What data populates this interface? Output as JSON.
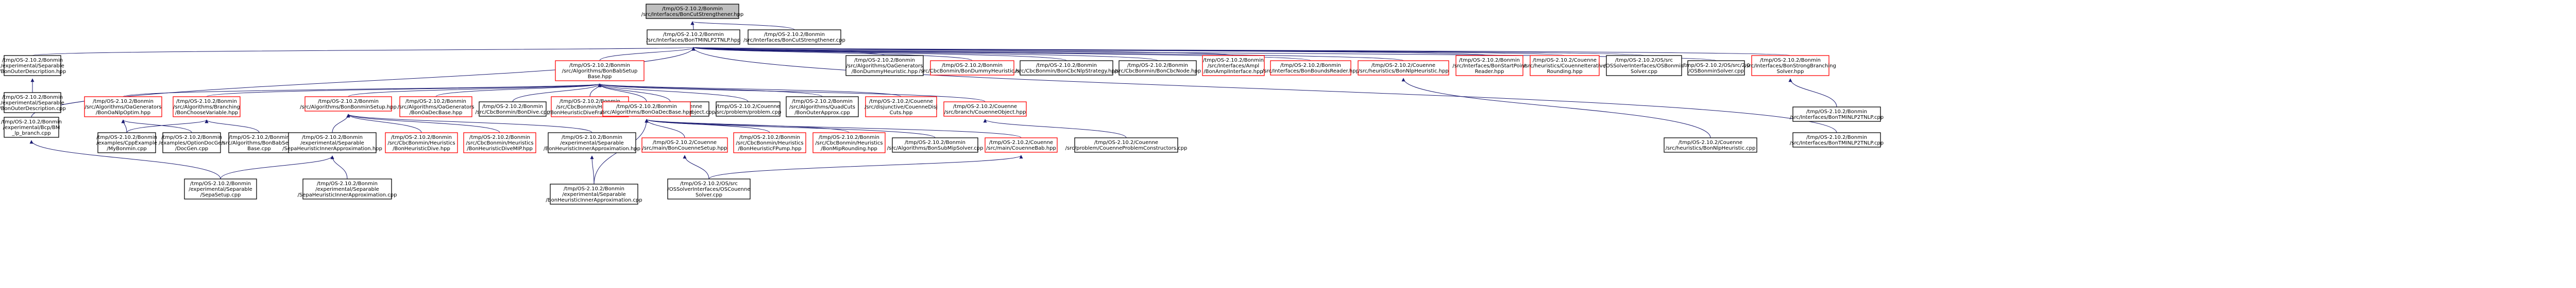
{
  "nodes": [
    {
      "id": "root",
      "style": "root",
      "lines": [
        "/tmp/OS-2.10.2/Bonmin",
        "/src/Interfaces/BonCutStrengthener.hpp"
      ]
    },
    {
      "id": "n_tminlp2",
      "style": "black",
      "lines": [
        "/tmp/OS-2.10.2/Bonmin",
        "/src/Interfaces/BonTMINLP2TNLP.hpp"
      ]
    },
    {
      "id": "n_cutstr_cpp",
      "style": "black",
      "lines": [
        "/tmp/OS-2.10.2/Bonmin",
        "/src/Interfaces/BonCutStrengthener.cpp"
      ]
    },
    {
      "id": "n_outerdesc_hpp",
      "style": "black",
      "lines": [
        "/tmp/OS-2.10.2/Bonmin",
        "/experimental/Separable",
        "/BonOuterDescription.hpp"
      ]
    },
    {
      "id": "n_bonminsetup",
      "style": "red",
      "lines": [
        "/tmp/OS-2.10.2/Bonmin",
        "/src/Algorithms/BonBabSetup",
        "Base.hpp"
      ]
    },
    {
      "id": "n_dummyh",
      "style": "black",
      "lines": [
        "/tmp/OS-2.10.2/Bonmin",
        "/src/Algorithms/OaGenerators",
        "/BonDummyHeuristic.hpp"
      ]
    },
    {
      "id": "n_dumheur",
      "style": "red",
      "lines": [
        "/tmp/OS-2.10.2/Bonmin",
        "/src/CbcBonmin/BonDummyHeuristic.hpp"
      ]
    },
    {
      "id": "n_nlpstrat",
      "style": "black",
      "lines": [
        "/tmp/OS-2.10.2/Bonmin",
        "/src/CbcBonmin/BonCbcNlpStrategy.hpp"
      ]
    },
    {
      "id": "n_cbcnode",
      "style": "black",
      "lines": [
        "/tmp/OS-2.10.2/Bonmin",
        "/src/CbcBonmin/BonCbcNode.hpp"
      ]
    },
    {
      "id": "n_ampl",
      "style": "red",
      "lines": [
        "/tmp/OS-2.10.2/Bonmin",
        "/src/Interfaces/Ampl",
        "/BonAmplInterface.hpp"
      ]
    },
    {
      "id": "n_boundsreader",
      "style": "red",
      "lines": [
        "/tmp/OS-2.10.2/Bonmin",
        "/src/Interfaces/BonBoundsReader.hpp"
      ]
    },
    {
      "id": "n_nlpheur",
      "style": "red",
      "lines": [
        "/tmp/OS-2.10.2/Couenne",
        "/src/heuristics/BonNlpHeuristic.hpp"
      ]
    },
    {
      "id": "n_startpoint",
      "style": "red",
      "lines": [
        "/tmp/OS-2.10.2/Bonmin",
        "/src/Interfaces/BonStartPoint",
        "Reader.hpp"
      ]
    },
    {
      "id": "n_iterround",
      "style": "red",
      "lines": [
        "/tmp/OS-2.10.2/Couenne",
        "/src/heuristics/CouenneIterative",
        "Rounding.hpp"
      ]
    },
    {
      "id": "n_ossolver",
      "style": "black",
      "lines": [
        "/tmp/OS-2.10.2/OS/src",
        "/OSSolverInterfaces/OSBonmin",
        "Solver.cpp"
      ]
    },
    {
      "id": "n_oscou",
      "style": "black",
      "lines": [
        "/tmp/OS-2.10.2/OS/src/2.0",
        "/OSBonminSolver.cpp"
      ]
    },
    {
      "id": "n_strongbr",
      "style": "red",
      "lines": [
        "/tmp/OS-2.10.2/Bonmin",
        "/src/Interfaces/BonStrongBranching",
        "Solver.hpp"
      ]
    },
    {
      "id": "n_outerdesc_cpp",
      "style": "black",
      "lines": [
        "/tmp/OS-2.10.2/Bonmin",
        "/experimental/Separable",
        "/BonOuterDescription.cpp"
      ]
    },
    {
      "id": "n_bcp",
      "style": "black",
      "lines": [
        "/tmp/OS-2.10.2/Bonmin",
        "/experimental/Bcp/BM",
        "_lp_branch.cpp"
      ]
    },
    {
      "id": "n_oanlp",
      "style": "red",
      "lines": [
        "/tmp/OS-2.10.2/Bonmin",
        "/src/Algorithms/OaGenerators",
        "/BonOaNlpOptim.hpp"
      ]
    },
    {
      "id": "n_chooser",
      "style": "red",
      "lines": [
        "/tmp/OS-2.10.2/Bonmin",
        "/src/Algorithms/Branching",
        "/BonChooseVariable.hpp"
      ]
    },
    {
      "id": "n_bonminsetup2",
      "style": "red",
      "lines": [
        "/tmp/OS-2.10.2/Bonmin",
        "/src/Algorithms/BonBonminSetup.hpp"
      ]
    },
    {
      "id": "n_oadec",
      "style": "red",
      "lines": [
        "/tmp/OS-2.10.2/Bonmin",
        "/src/Algorithms/OaGenerators",
        "/BonOaDecBase.hpp"
      ]
    },
    {
      "id": "n_cbcdive",
      "style": "black",
      "lines": [
        "/tmp/OS-2.10.2/Bonmin",
        "/src/CbcBonmin/BonDive.cpp"
      ]
    },
    {
      "id": "n_robot",
      "style": "red",
      "lines": [
        "/tmp/OS-2.10.2/Bonmin",
        "/src/CbcBonmin/Heuristics",
        "/BonHeuristicDiveFractional.hpp"
      ]
    },
    {
      "id": "n_cpxvar",
      "style": "black",
      "lines": [
        "/tmp/OS-2.10.2/Couenne",
        "/src/branch/CouenneVarObject.cpp"
      ]
    },
    {
      "id": "n_problem",
      "style": "black",
      "lines": [
        "/tmp/OS-2.10.2/Couenne",
        "/src/problem/problem.cpp"
      ]
    },
    {
      "id": "n_quadcuts",
      "style": "black",
      "lines": [
        "/tmp/OS-2.10.2/Bonmin",
        "/src/Algorithms/QuadCuts",
        "/BonOuterApprox.cpp"
      ]
    },
    {
      "id": "n_disjcuts",
      "style": "red",
      "lines": [
        "/tmp/OS-2.10.2/Couenne",
        "/src/disjunctive/CouenneDisj",
        "Cuts.hpp"
      ]
    },
    {
      "id": "n_couenneobj",
      "style": "red",
      "lines": [
        "/tmp/OS-2.10.2/Couenne",
        "/src/branch/CouenneObject.hpp"
      ]
    },
    {
      "id": "n_examples1",
      "style": "black",
      "lines": [
        "/tmp/OS-2.10.2/Bonmin",
        "/examples/CppExample",
        "/MyBonmin.cpp"
      ]
    },
    {
      "id": "n_examples2",
      "style": "black",
      "lines": [
        "/tmp/OS-2.10.2/Bonmin",
        "/examples/OptionDocGen",
        "/DocGen.cpp"
      ]
    },
    {
      "id": "n_babbase",
      "style": "black",
      "lines": [
        "/tmp/OS-2.10.2/Bonmin",
        "/src/Algorithms/BonBabSetup",
        "Base.cpp"
      ]
    },
    {
      "id": "n_sep_inner",
      "style": "black",
      "lines": [
        "/tmp/OS-2.10.2/Bonmin",
        "/experimental/Separable",
        "/SepaHeuristicInnerApproximation.hpp"
      ]
    },
    {
      "id": "n_divefrac",
      "style": "red",
      "lines": [
        "/tmp/OS-2.10.2/Bonmin",
        "/src/CbcBonmin/Heuristics",
        "/BonHeuristicDive.hpp"
      ]
    },
    {
      "id": "n_divemip",
      "style": "red",
      "lines": [
        "/tmp/OS-2.10.2/Bonmin",
        "/src/CbcBonmin/Heuristics",
        "/BonHeuristicDiveMIP.hpp"
      ]
    },
    {
      "id": "n_innerapprox",
      "style": "black",
      "lines": [
        "/tmp/OS-2.10.2/Bonmin",
        "/experimental/Separable",
        "/BonHeuristicInnerApproximation.hpp"
      ]
    },
    {
      "id": "n_cbcsetup",
      "style": "red",
      "lines": [
        "/tmp/OS-2.10.2/Couenne",
        "/src/main/BonCouenneSetup.hpp"
      ]
    },
    {
      "id": "n_fpump",
      "style": "red",
      "lines": [
        "/tmp/OS-2.10.2/Bonmin",
        "/src/CbcBonmin/Heuristics",
        "/BonHeuristicFPump.hpp"
      ]
    },
    {
      "id": "n_mipround",
      "style": "red",
      "lines": [
        "/tmp/OS-2.10.2/Bonmin",
        "/src/CbcBonmin/Heuristics",
        "/BonMipRounding.hpp"
      ]
    },
    {
      "id": "n_submip",
      "style": "black",
      "lines": [
        "/tmp/OS-2.10.2/Bonmin",
        "/src/Algorithms/BonSubMipSolver.cpp"
      ]
    },
    {
      "id": "n_couennebab",
      "style": "red",
      "lines": [
        "/tmp/OS-2.10.2/Couenne",
        "/src/main/CouenneBab.hpp"
      ]
    },
    {
      "id": "n_probcons",
      "style": "black",
      "lines": [
        "/tmp/OS-2.10.2/Couenne",
        "/src/problem/CouenneProblemConstructors.cpp"
      ]
    },
    {
      "id": "n_bonnlpheur_cpp",
      "style": "black",
      "lines": [
        "/tmp/OS-2.10.2/Couenne",
        "/src/heuristics/BonNlpHeuristic.cpp"
      ]
    },
    {
      "id": "n_tminlp2_cpp",
      "style": "black",
      "lines": [
        "/tmp/OS-2.10.2/Bonmin",
        "/src/Interfaces/BonTMINLP2TNLP.cpp"
      ]
    },
    {
      "id": "n_sepasetup",
      "style": "black",
      "lines": [
        "/tmp/OS-2.10.2/Bonmin",
        "/experimental/Separable",
        "/SepaSetup.cpp"
      ]
    },
    {
      "id": "n_sepa_inner_cpp",
      "style": "black",
      "lines": [
        "/tmp/OS-2.10.2/Bonmin",
        "/experimental/Separable",
        "/SepaHeuristicInnerApproximation.cpp"
      ]
    },
    {
      "id": "n_bon_inner_cpp",
      "style": "black",
      "lines": [
        "/tmp/OS-2.10.2/Bonmin",
        "/experimental/Separable",
        "/BonHeuristicInnerApproximation.cpp"
      ]
    },
    {
      "id": "n_oscouenne",
      "style": "black",
      "lines": [
        "/tmp/OS-2.10.2/OS/src",
        "/OSSolverInterfaces/OSCouenne",
        "Solver.cpp"
      ]
    },
    {
      "id": "n_babsetup_cpp",
      "style": "black",
      "lines": [
        "/tmp/OS-2.10.2/Bonmin",
        "/src/Algorithms/BonBabSetup",
        "Base.cpp"
      ]
    }
  ],
  "edges": [
    [
      "n_tminlp2",
      "root"
    ],
    [
      "n_cutstr_cpp",
      "root"
    ],
    [
      "n_outerdesc_hpp",
      "n_tminlp2"
    ],
    [
      "n_bonminsetup",
      "n_tminlp2"
    ],
    [
      "n_dummyh",
      "n_tminlp2"
    ],
    [
      "n_dumheur",
      "n_tminlp2"
    ],
    [
      "n_nlpstrat",
      "n_tminlp2"
    ],
    [
      "n_cbcnode",
      "n_tminlp2"
    ],
    [
      "n_ampl",
      "n_tminlp2"
    ],
    [
      "n_boundsreader",
      "n_tminlp2"
    ],
    [
      "n_nlpheur",
      "n_tminlp2"
    ],
    [
      "n_startpoint",
      "n_tminlp2"
    ],
    [
      "n_iterround",
      "n_tminlp2"
    ],
    [
      "n_ossolver",
      "n_tminlp2"
    ],
    [
      "n_oscou",
      "n_tminlp2"
    ],
    [
      "n_strongbr",
      "n_tminlp2"
    ],
    [
      "n_tminlp2_cpp",
      "n_tminlp2"
    ],
    [
      "n_outerdesc_cpp",
      "n_outerdesc_hpp"
    ],
    [
      "n_bcp",
      "n_tminlp2"
    ],
    [
      "n_oanlp",
      "n_bonminsetup"
    ],
    [
      "n_chooser",
      "n_bonminsetup"
    ],
    [
      "n_bonminsetup2",
      "n_bonminsetup"
    ],
    [
      "n_oadec",
      "n_bonminsetup"
    ],
    [
      "n_cbcdive",
      "n_bonminsetup"
    ],
    [
      "n_robot",
      "n_bonminsetup"
    ],
    [
      "n_cpxvar",
      "n_bonminsetup"
    ],
    [
      "n_problem",
      "n_bonminsetup"
    ],
    [
      "n_quadcuts",
      "n_bonminsetup"
    ],
    [
      "n_disjcuts",
      "n_bonminsetup"
    ],
    [
      "n_couenneobj",
      "n_bonminsetup"
    ],
    [
      "n_lpstrat",
      "n_bonminsetup"
    ],
    [
      "n_examples1",
      "n_oanlp"
    ],
    [
      "n_examples2",
      "n_oanlp"
    ],
    [
      "n_examples1",
      "n_chooser"
    ],
    [
      "n_babbase",
      "n_chooser"
    ],
    [
      "n_sep_inner",
      "n_bonminsetup2"
    ],
    [
      "n_divefrac",
      "n_bonminsetup2"
    ],
    [
      "n_divemip",
      "n_bonminsetup2"
    ],
    [
      "n_innerapprox",
      "n_bonminsetup2"
    ],
    [
      "n_cbcsetup",
      "n_lpstrat"
    ],
    [
      "n_fpump",
      "n_lpstrat"
    ],
    [
      "n_mipround",
      "n_lpstrat"
    ],
    [
      "n_submip",
      "n_lpstrat"
    ],
    [
      "n_couennebab",
      "n_lpstrat"
    ],
    [
      "n_probcons",
      "n_couenneobj"
    ],
    [
      "n_bonnlpheur_cpp",
      "n_nlpheur"
    ],
    [
      "n_strongbr_cpp",
      "n_strongbr"
    ],
    [
      "n_sepasetup",
      "n_sep_inner"
    ],
    [
      "n_sepa_inner_cpp",
      "n_sep_inner"
    ],
    [
      "n_bon_inner_cpp",
      "n_innerapprox"
    ],
    [
      "n_oscouenne",
      "n_cbcsetup"
    ],
    [
      "n_oscouenne",
      "n_couennebab"
    ],
    [
      "n_bon_inner_cpp",
      "n_lpstrat"
    ],
    [
      "n_sepasetup",
      "n_bcp"
    ]
  ],
  "extra_nodes": [
    {
      "id": "n_lpstrat",
      "style": "red",
      "lines": [
        "/tmp/OS-2.10.2/Bonmin",
        "/src/Algorithms/BonOaDecBase.hpp"
      ]
    },
    {
      "id": "n_strongbr_cpp",
      "style": "black",
      "lines": [
        "/tmp/OS-2.10.2/Bonmin",
        "/src/Interfaces/BonTMINLP2TNLP.cpp"
      ]
    }
  ],
  "colors": {
    "edge": "#191970",
    "box_border": "#000000",
    "red_border": "#ff0000",
    "root_fill": "#bfbfbf"
  }
}
